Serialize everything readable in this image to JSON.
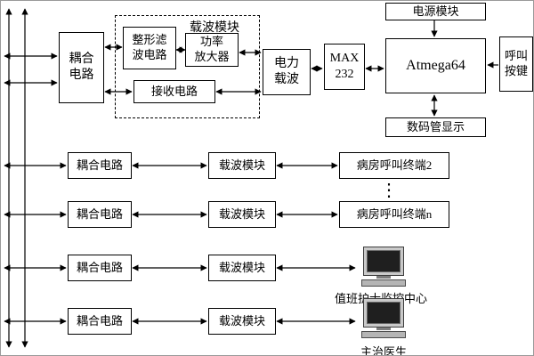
{
  "diagram": {
    "top": {
      "coupling": "耦合\n电路",
      "carrier_module_label": "载波模块",
      "shaping_filter": "整形滤\n波电路",
      "power_amplifier": "功率\n放大器",
      "receiver": "接收电路",
      "power_line_carrier": "电力\n载波",
      "max232": "MAX\n232",
      "mcu": "Atmega64",
      "power_module": "电源模块",
      "call_button": "呼叫\n按键",
      "digital_display": "数码管显示"
    },
    "rows": [
      {
        "coupling": "耦合电路",
        "carrier": "载波模块",
        "terminal": "病房呼叫终端2"
      },
      {
        "coupling": "耦合电路",
        "carrier": "载波模块",
        "terminal": "病房呼叫终端n"
      },
      {
        "coupling": "耦合电路",
        "carrier": "载波模块",
        "terminal": "值班护士监控中心"
      },
      {
        "coupling": "耦合电路",
        "carrier": "载波模块",
        "terminal": "主治医生"
      }
    ],
    "ellipsis": "⋮"
  }
}
